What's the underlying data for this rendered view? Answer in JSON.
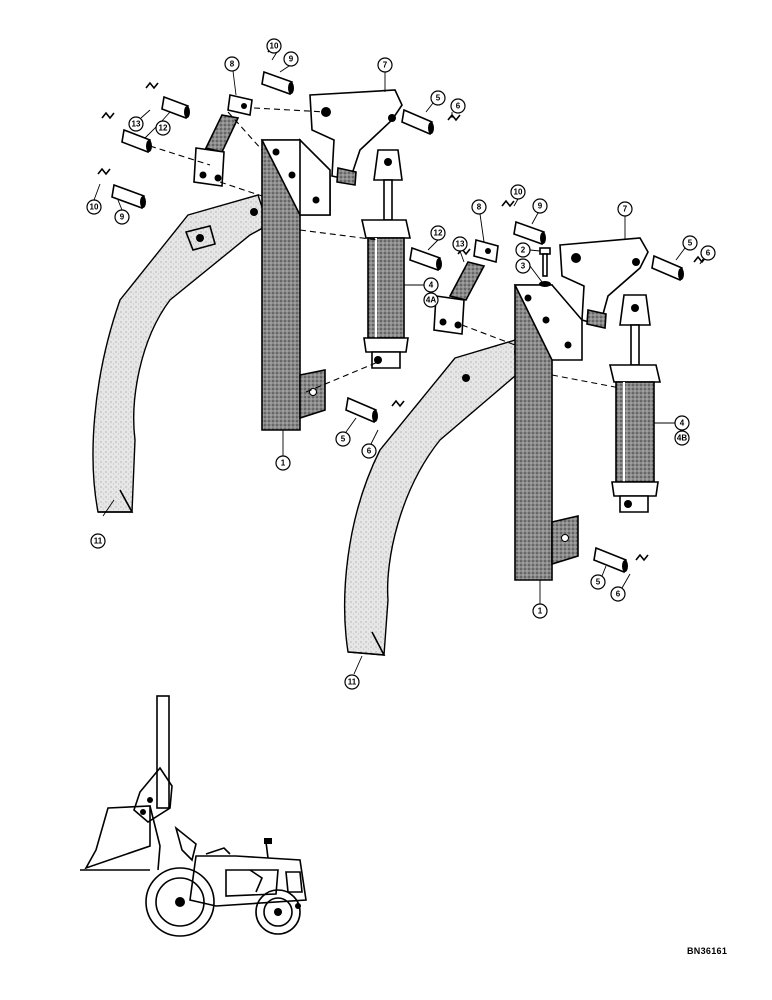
{
  "drawing_number": "BN36161",
  "callouts": {
    "a1": "10",
    "a2": "9",
    "a3": "8",
    "a4": "7",
    "a5": "5",
    "a6": "6",
    "a7": "13",
    "a8": "12",
    "a9": "10",
    "a10": "9",
    "a11": "4",
    "a12": "4A",
    "a13": "5",
    "a14": "6",
    "a15": "1",
    "a16": "11",
    "b1": "10",
    "b2": "9",
    "b3": "8",
    "b4": "7",
    "b5": "5",
    "b6": "6",
    "b7": "12",
    "b8": "13",
    "b9": "2",
    "b10": "3",
    "b11": "4",
    "b12": "4B",
    "b13": "5",
    "b14": "6",
    "b15": "1",
    "b16": "11"
  }
}
